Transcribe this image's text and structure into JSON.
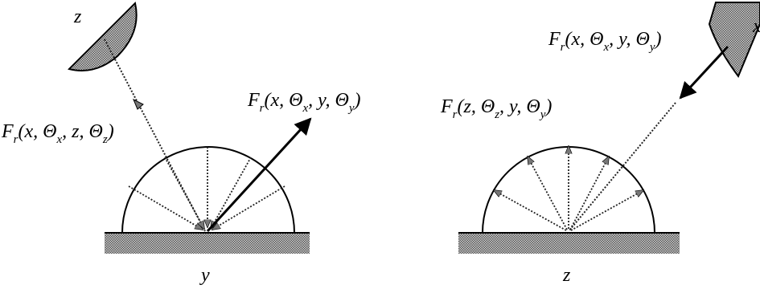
{
  "left_panel": {
    "surface_point_label": "y",
    "emitter_label": "z",
    "incoming_label": {
      "F": "F",
      "r": "r",
      "open": "(x, Θ",
      "sx": "x",
      "mid": ", z, Θ",
      "sz": "z",
      "close": ")"
    },
    "outgoing_label": {
      "F": "F",
      "r": "r",
      "open": "(x, Θ",
      "sx": "x",
      "mid": ", y, Θ",
      "sy": "y",
      "close": ")"
    }
  },
  "right_panel": {
    "surface_point_label": "z",
    "emitter_label": "x",
    "incoming_label": {
      "F": "F",
      "r": "r",
      "open": "(x, Θ",
      "sx": "x",
      "mid": ", y, Θ",
      "sy": "y",
      "close": ")"
    },
    "outgoing_label": {
      "F": "F",
      "r": "r",
      "open": "(z, Θ",
      "sz": "z",
      "mid": ", y, Θ",
      "sy": "y",
      "close": ")"
    }
  },
  "colors": {
    "line": "#000000",
    "hatch": "#555555",
    "background": "#ffffff"
  }
}
